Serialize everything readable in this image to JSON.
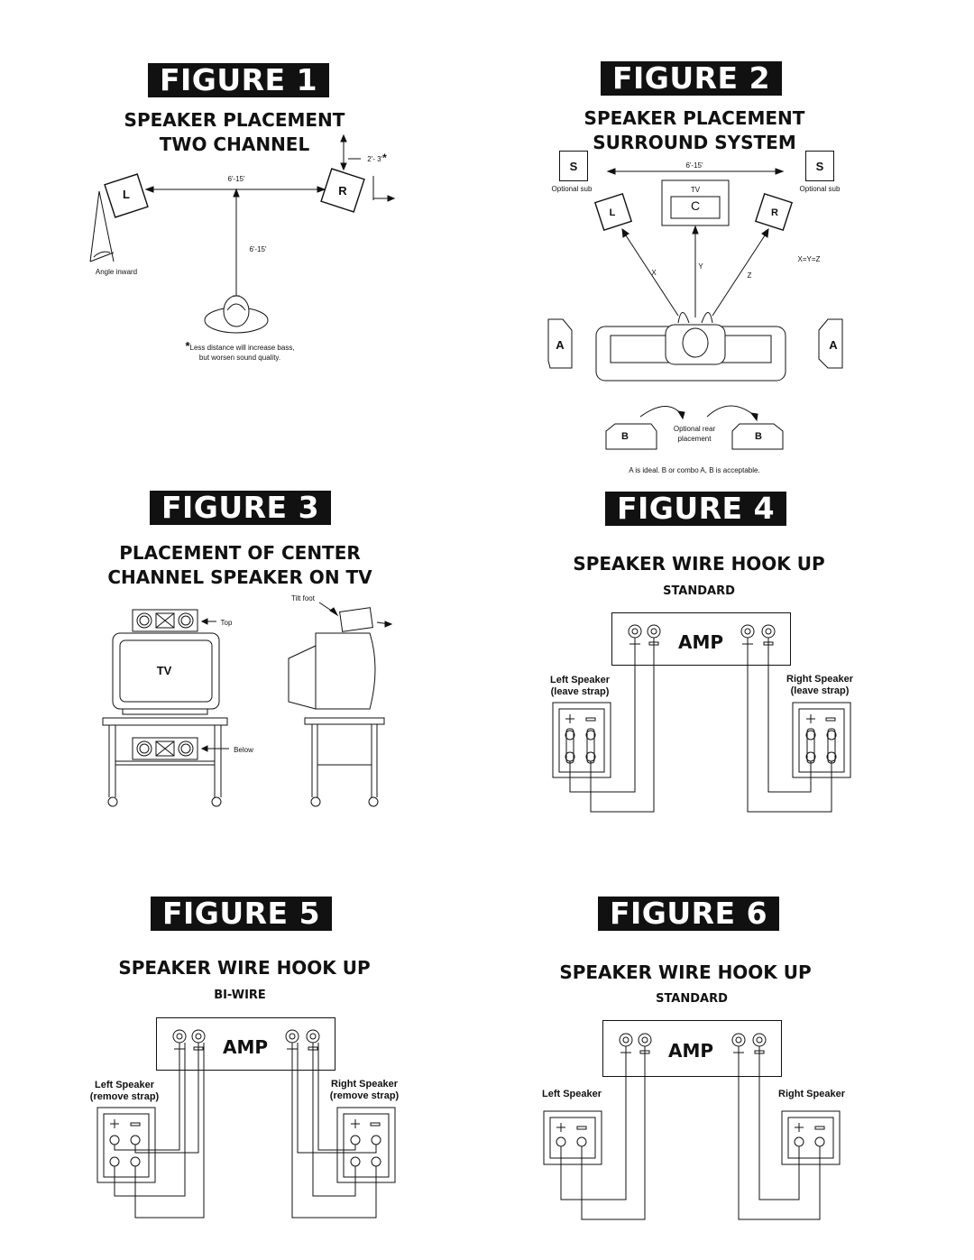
{
  "figures": {
    "f1": {
      "banner": "FIGURE 1",
      "heading1": "SPEAKER PLACEMENT",
      "heading2": "TWO CHANNEL",
      "left": "L",
      "right": "R",
      "dist_horizontal": "6'-15'",
      "dist_vertical": "6'-15'",
      "wall_dist": "2'- 3'",
      "angle_note": "Angle inward",
      "footnote1": "Less distance will increase bass,",
      "footnote2": "but worsen sound quality."
    },
    "f2": {
      "banner": "FIGURE 2",
      "heading1": "SPEAKER PLACEMENT",
      "heading2": "SURROUND SYSTEM",
      "sub_left": "S",
      "sub_right": "S",
      "optional_sub": "Optional sub",
      "distance": "6'-15'",
      "tv": "TV",
      "center": "C",
      "left": "L",
      "right": "R",
      "x": "X",
      "y": "Y",
      "z": "Z",
      "equation": "X=Y=Z",
      "a_left": "A",
      "a_right": "A",
      "b_left": "B",
      "b_right": "B",
      "optional_rear": "Optional rear placement",
      "note": "A is ideal. B or combo A, B is acceptable."
    },
    "f3": {
      "banner": "FIGURE 3",
      "heading1": "PLACEMENT OF CENTER",
      "heading2": "CHANNEL SPEAKER ON TV",
      "tilt": "Tilt foot",
      "top": "Top",
      "tv": "TV",
      "below": "Below"
    },
    "f4": {
      "banner": "FIGURE 4",
      "heading": "SPEAKER WIRE HOOK UP",
      "sub": "STANDARD",
      "amp": "AMP",
      "left_speaker": "Left Speaker",
      "left_note": "(leave strap)",
      "right_speaker": "Right Speaker",
      "right_note": "(leave strap)"
    },
    "f5": {
      "banner": "FIGURE 5",
      "heading": "SPEAKER WIRE HOOK UP",
      "sub": "BI-WIRE",
      "amp": "AMP",
      "left_speaker": "Left Speaker",
      "left_note": "(remove strap)",
      "right_speaker": "Right Speaker",
      "right_note": "(remove strap)"
    },
    "f6": {
      "banner": "FIGURE 6",
      "heading": "SPEAKER WIRE HOOK UP",
      "sub": "STANDARD",
      "amp": "AMP",
      "left_speaker": "Left Speaker",
      "right_speaker": "Right Speaker"
    }
  }
}
